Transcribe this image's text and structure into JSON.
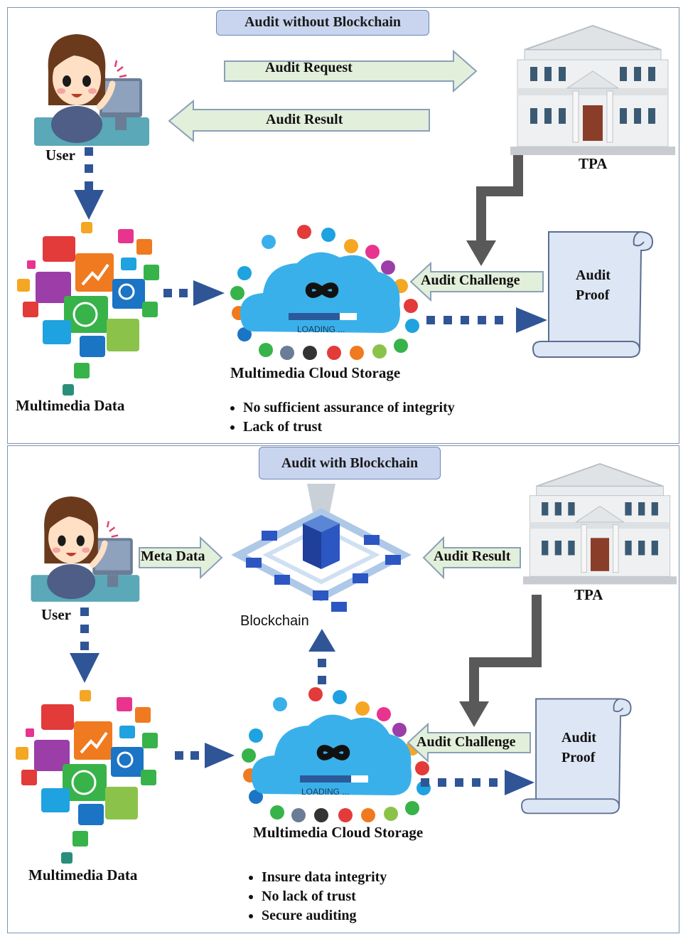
{
  "top": {
    "title": "Audit without Blockchain",
    "user_label": "User",
    "tpa_label": "TPA",
    "audit_request": "Audit Request",
    "audit_result": "Audit Result",
    "audit_challenge": "Audit Challenge",
    "audit_proof_line1": "Audit",
    "audit_proof_line2": "Proof",
    "multimedia_data": "Multimedia Data",
    "cloud_storage": "Multimedia Cloud Storage",
    "cloud_loading": "LOADING ...",
    "bullets": [
      "No sufficient assurance of integrity",
      "Lack of trust"
    ]
  },
  "bottom": {
    "title": "Audit with Blockchain",
    "user_label": "User",
    "tpa_label": "TPA",
    "meta_data": "Meta Data",
    "audit_result": "Audit Result",
    "blockchain": "Blockchain",
    "audit_challenge": "Audit Challenge",
    "audit_proof_line1": "Audit",
    "audit_proof_line2": "Proof",
    "multimedia_data": "Multimedia Data",
    "cloud_storage": "Multimedia Cloud Storage",
    "cloud_loading": "LOADING ...",
    "bullets": [
      "Insure data integrity",
      "No lack of trust",
      "Secure auditing"
    ]
  },
  "colors": {
    "arrow_fill": "#e2efda",
    "arrow_stroke": "#8aa0b8",
    "dashed_blue": "#2f5597",
    "gray_arrow": "#595959",
    "pill_fill": "#c9d5ef",
    "cloud": "#3ab0ea",
    "scroll": "#dde6f4"
  }
}
